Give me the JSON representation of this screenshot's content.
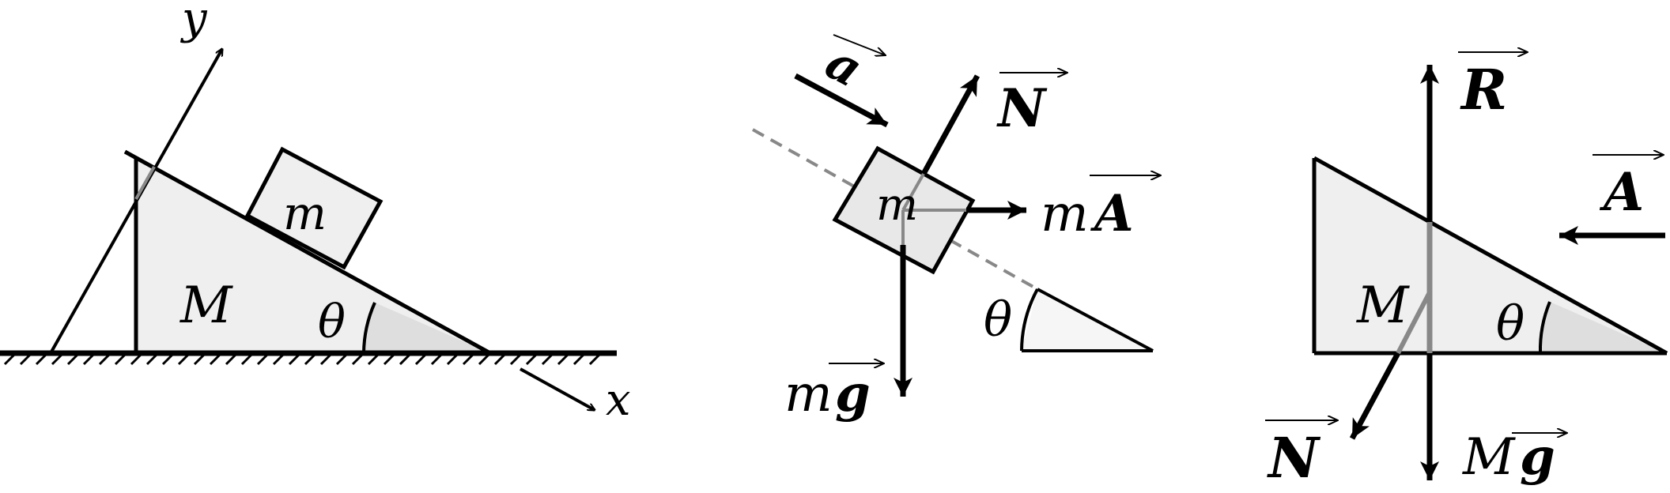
{
  "panel1": {
    "axis_y": "y",
    "axis_x": "x",
    "block": "m",
    "wedge": "M",
    "angle": "θ"
  },
  "panel2": {
    "accel": "a",
    "normal": "N",
    "pseudo_mass": "m",
    "pseudo_accel": "A",
    "block": "m",
    "angle": "θ",
    "weight_mass": "m",
    "weight_g": "g"
  },
  "panel3": {
    "reaction": "R",
    "accel": "A",
    "wedge": "M",
    "angle": "θ",
    "normal": "N",
    "weight_mass": "M",
    "weight_g": "g"
  }
}
